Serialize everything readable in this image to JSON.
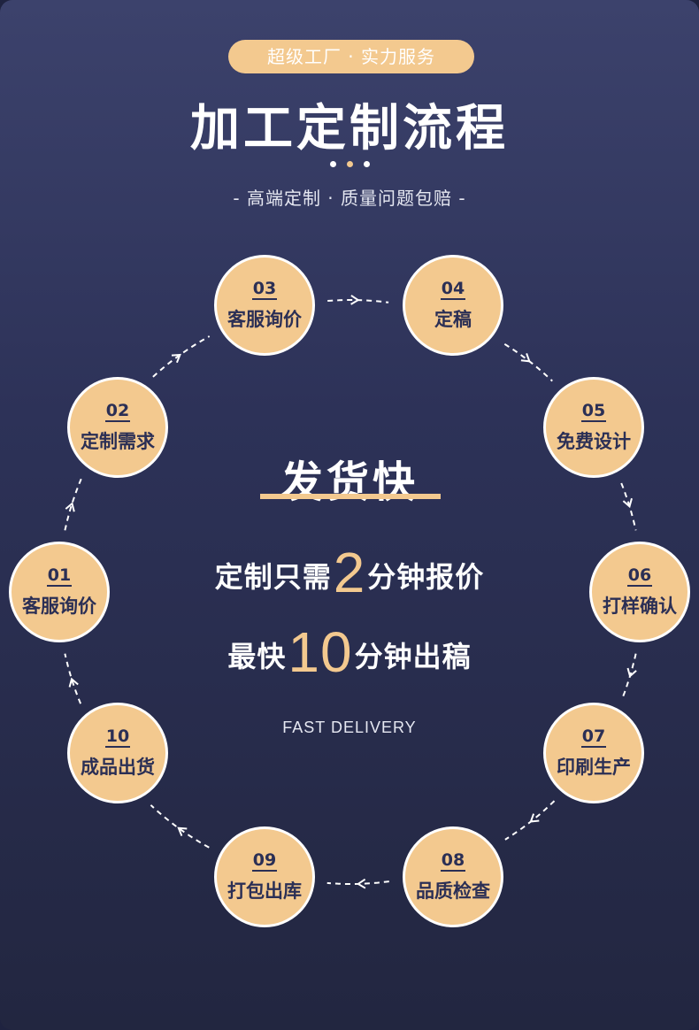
{
  "header": {
    "badge": "超级工厂 · 实力服务",
    "title": "加工定制流程",
    "subtitle": "- 高端定制 · 质量问题包赔 -"
  },
  "center": {
    "title": "发货快",
    "line1": {
      "prefix": "定制只需",
      "number": "2",
      "suffix": "分钟报价"
    },
    "line2": {
      "prefix": "最快",
      "number": "10",
      "suffix": "分钟出稿"
    },
    "english": "FAST DELIVERY"
  },
  "steps": [
    {
      "num": "01",
      "label": "客服询价"
    },
    {
      "num": "02",
      "label": "定制需求"
    },
    {
      "num": "03",
      "label": "客服询价"
    },
    {
      "num": "04",
      "label": "定稿"
    },
    {
      "num": "05",
      "label": "免费设计"
    },
    {
      "num": "06",
      "label": "打样确认"
    },
    {
      "num": "07",
      "label": "印刷生产"
    },
    {
      "num": "08",
      "label": "品质检查"
    },
    {
      "num": "09",
      "label": "打包出库"
    },
    {
      "num": "10",
      "label": "成品出货"
    }
  ],
  "colors": {
    "accent": "#f3c98f",
    "background_top": "#3c426c",
    "background_bottom": "#222640",
    "step_text": "#2b2f55",
    "white": "#ffffff"
  }
}
